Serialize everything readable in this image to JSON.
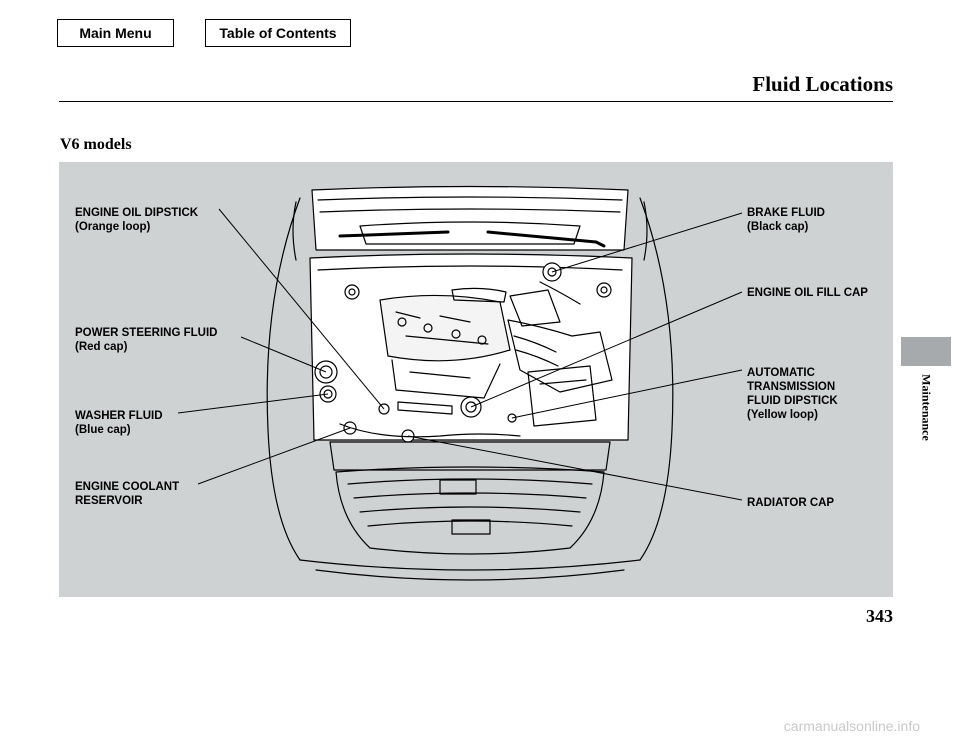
{
  "nav": {
    "main_menu": "Main Menu",
    "table_of_contents": "Table of Contents"
  },
  "header": {
    "title": "Fluid Locations"
  },
  "section": {
    "title": "V6 models"
  },
  "sidebar": {
    "label": "Maintenance"
  },
  "footer": {
    "page_number": "343",
    "watermark": "carmanualsonline.info"
  },
  "callouts": {
    "engine_oil_dipstick": {
      "line1": "ENGINE OIL DIPSTICK",
      "line2": "(Orange loop)"
    },
    "power_steering_fluid": {
      "line1": "POWER STEERING FLUID",
      "line2": "(Red cap)"
    },
    "washer_fluid": {
      "line1": "WASHER FLUID",
      "line2": "(Blue cap)"
    },
    "engine_coolant_reservoir": {
      "line1": "ENGINE COOLANT",
      "line2": "RESERVOIR"
    },
    "brake_fluid": {
      "line1": "BRAKE FLUID",
      "line2": "(Black cap)"
    },
    "engine_oil_fill_cap": {
      "line1": "ENGINE OIL FILL CAP"
    },
    "automatic_transmission_fluid_dipstick": {
      "line1": "AUTOMATIC",
      "line2": "TRANSMISSION",
      "line3": "FLUID DIPSTICK",
      "line4": "(Yellow loop)"
    },
    "radiator_cap": {
      "line1": "RADIATOR CAP"
    }
  },
  "colors": {
    "panel_background": "#cfd2d3",
    "side_tab": "#a7aaac",
    "watermark": "#c9c9c9"
  }
}
